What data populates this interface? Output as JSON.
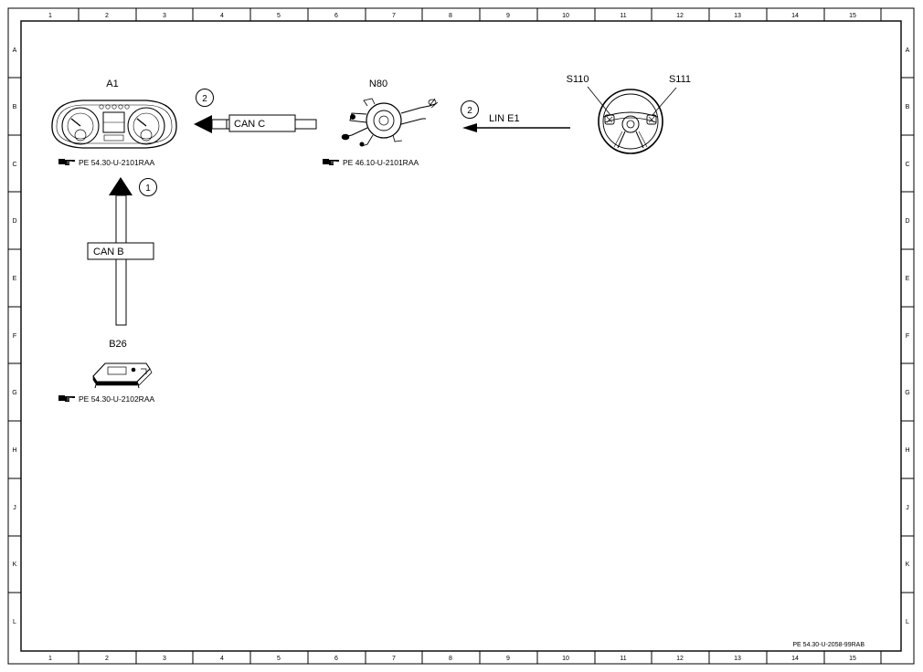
{
  "ruler": {
    "columns": [
      "1",
      "2",
      "3",
      "4",
      "5",
      "6",
      "7",
      "8",
      "9",
      "10",
      "11",
      "12",
      "13",
      "14",
      "15"
    ],
    "rows": [
      "A",
      "B",
      "C",
      "D",
      "E",
      "F",
      "G",
      "H",
      "J",
      "K",
      "L"
    ]
  },
  "components": {
    "a1": {
      "name": "A1",
      "ref": "PE 54.30-U-2101RAA"
    },
    "n80": {
      "name": "N80",
      "ref": "PE 46.10-U-2101RAA"
    },
    "b26": {
      "name": "B26",
      "ref": "PE 54.30-U-2102RAA"
    },
    "s110": {
      "name": "S110"
    },
    "s111": {
      "name": "S111"
    }
  },
  "connections": {
    "can_c": {
      "label": "CAN C",
      "marker": "2"
    },
    "lin_e1": {
      "label": "LIN E1",
      "marker": "2"
    },
    "can_b": {
      "label": "CAN B",
      "marker": "1"
    }
  },
  "document_id": "PE 54.30-U-2058-99RAB"
}
